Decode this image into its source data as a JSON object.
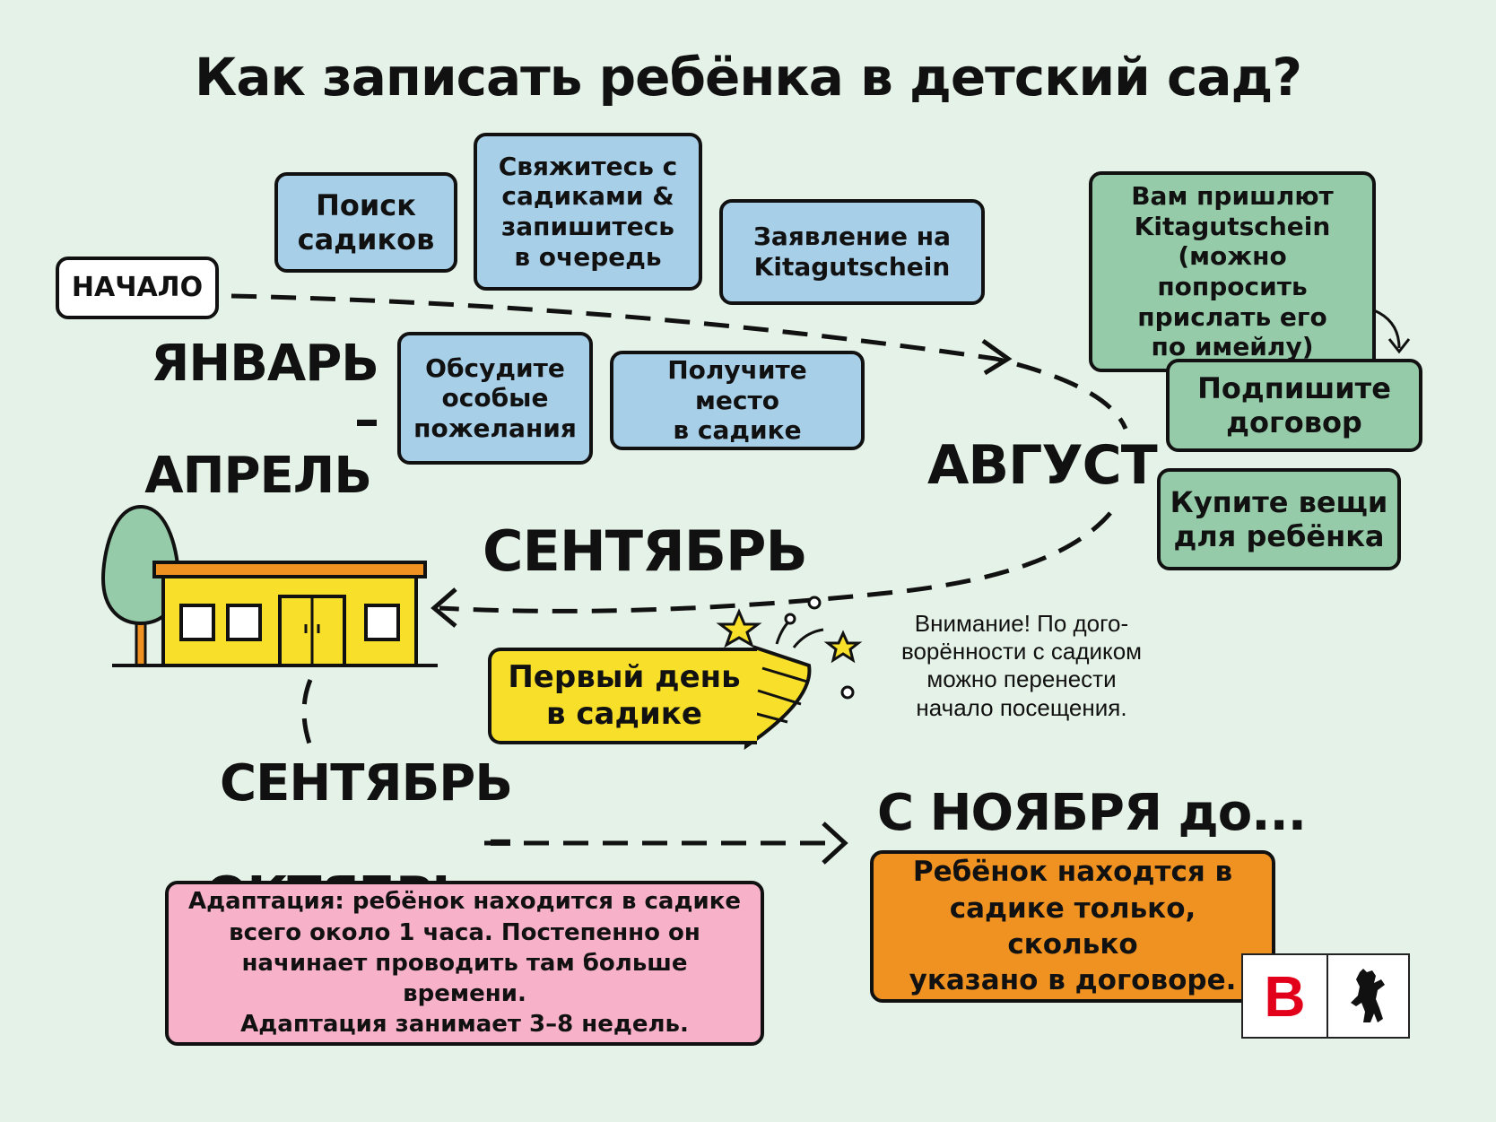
{
  "title": "Как записать ребёнка в детский сад?",
  "start_label": "НАЧАЛО",
  "months": {
    "jan_apr_line1": "ЯНВАРЬ –",
    "jan_apr_line2": "АПРЕЛЬ",
    "august": "АВГУСТ",
    "september": "СЕНТЯБРЬ",
    "sep_oct_line1": "СЕНТЯБРЬ –",
    "sep_oct_line2": "ОКТЯБРЬ",
    "from_november": "С НОЯБРЯ до..."
  },
  "steps_spring": [
    {
      "lines": [
        "Поиск",
        "садиков"
      ]
    },
    {
      "lines": [
        "Свяжитесь с",
        "садиками &",
        "запишитесь",
        "в очередь"
      ]
    },
    {
      "lines": [
        "Заявление на",
        "Kitagutschein"
      ]
    },
    {
      "lines": [
        "Обсудите",
        "особые",
        "пожелания"
      ]
    },
    {
      "lines": [
        "Получите место",
        "в садике"
      ]
    }
  ],
  "steps_august": [
    {
      "lines": [
        "Вам пришлют",
        "Kitagutschein",
        "(можно попросить",
        "прислать его",
        "по имейлу)"
      ]
    },
    {
      "lines": [
        "Подпишите",
        "договор"
      ]
    },
    {
      "lines": [
        "Купите вещи",
        "для ребёнка"
      ]
    }
  ],
  "first_day": {
    "lines": [
      "Первый день",
      "в садике"
    ]
  },
  "attention_note": {
    "lines": [
      "Внимание! По дого-",
      "ворённости с садиком",
      "можно перенести",
      "начало посещения."
    ]
  },
  "adaptation": {
    "lines": [
      "Адаптация: ребёнок находится в садике",
      "всего около 1 часа. Постепенно он",
      "начинает проводить там больше времени.",
      "Адаптация занимает 3–8 недель."
    ]
  },
  "november_box": {
    "lines": [
      "Ребёнок находтся в",
      "садике только, сколько",
      "указано в договоре."
    ]
  },
  "logo": {
    "letter": "B",
    "icon": "berlin-bear-icon",
    "brand_color": "#e2001a"
  },
  "colors": {
    "background": "#e5f2e7",
    "blue_box": "#a8cfe8",
    "green_box": "#96cba9",
    "pink_box": "#f7b1c8",
    "orange_box": "#ef9222",
    "yellow": "#f8e02a"
  },
  "icons": [
    "kindergarten-building-icon",
    "tree-icon",
    "party-popper-icon",
    "star-icon",
    "arrow-icon"
  ]
}
